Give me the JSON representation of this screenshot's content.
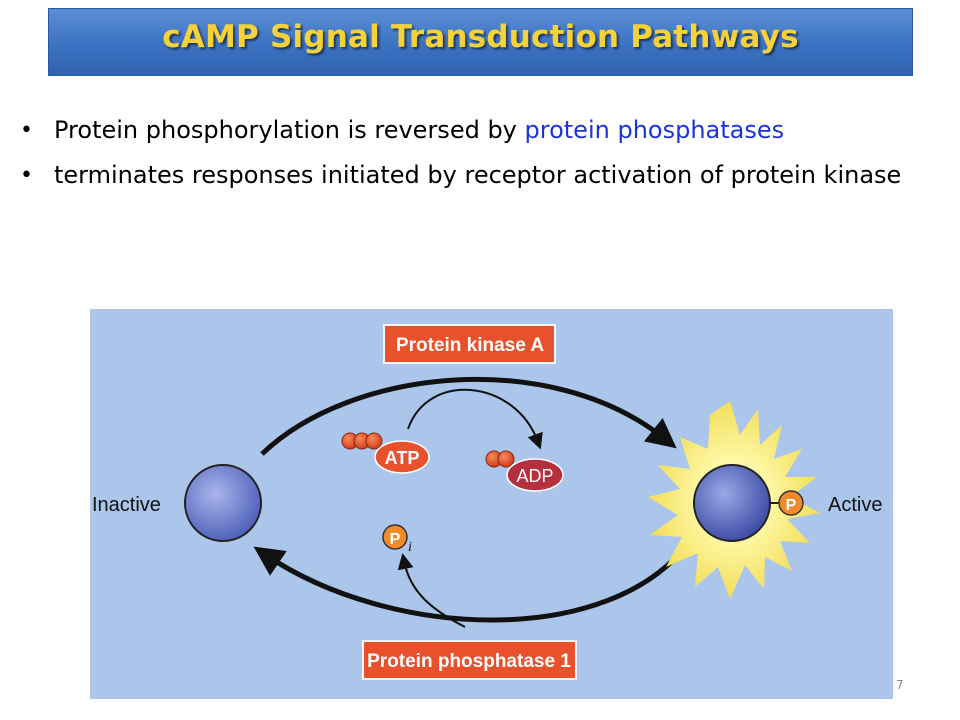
{
  "slide": {
    "title": "cAMP Signal Transduction Pathways",
    "bullets": [
      {
        "text": "Protein phosphorylation is reversed by ",
        "highlight": "protein phosphatases"
      },
      {
        "text": "terminates responses initiated by receptor activation of protein kinase",
        "highlight": ""
      }
    ],
    "page_number": "7"
  },
  "figure": {
    "kinase_label": "Protein kinase A",
    "phosphatase_label": "Protein phosphatase 1",
    "inactive_label": "Inactive",
    "active_label": "Active",
    "atp_label": "ATP",
    "adp_label": "ADP",
    "phosphate_label": "P",
    "pi_subscript": "i",
    "colors": {
      "background": "#abc6ea",
      "label_box": "#e8512c",
      "atp_fill": "#e8512c",
      "adp_fill": "#b5303c",
      "phosphate_fill": "#f08a2a",
      "protein_fill": "#5c6fc4",
      "title_text": "#f6d23a",
      "title_bar": "#3c72c2",
      "highlight_text": "#1a35d6"
    }
  }
}
